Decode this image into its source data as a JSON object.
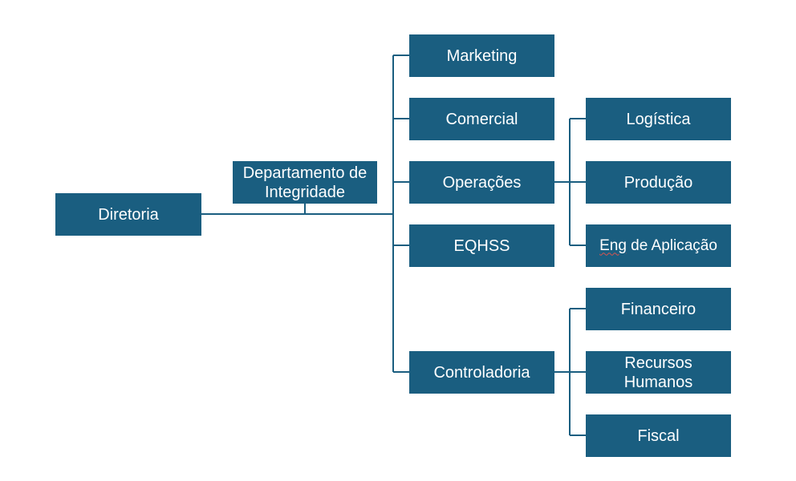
{
  "colors": {
    "box_fill": "#1a5e80",
    "box_text": "#ffffff",
    "connector": "#1a5e80"
  },
  "nodes": {
    "diretoria": "Diretoria",
    "integridade": "Departamento de\nIntegridade",
    "marketing": "Marketing",
    "comercial": "Comercial",
    "operacoes": "Operações",
    "eqhss": "EQHSS",
    "controladoria": "Controladoria",
    "logistica": "Logística",
    "producao": "Produção",
    "eng_prefix": "Eng",
    "eng_rest": " de Aplicação",
    "financeiro": "Financeiro",
    "rh": "Recursos\nHumanos",
    "fiscal": "Fiscal"
  }
}
